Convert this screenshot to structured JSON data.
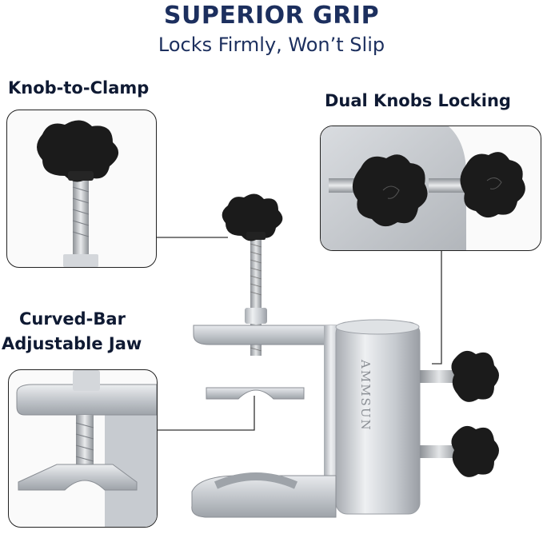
{
  "headline": "SUPERIOR GRIP",
  "subheadline": "Locks Firmly, Won’t Slip",
  "callouts": {
    "knob_to_clamp": "Knob-to-Clamp",
    "dual_knobs": "Dual Knobs Locking",
    "curved_bar_line1": "Curved-Bar",
    "curved_bar_line2": "Adjustable Jaw"
  },
  "brand_mark": "AMMSUN",
  "colors": {
    "heading": "#1c2f5e",
    "label": "#0f1a33",
    "metal": "#c9ccd1",
    "knob": "#1a1a1a"
  }
}
